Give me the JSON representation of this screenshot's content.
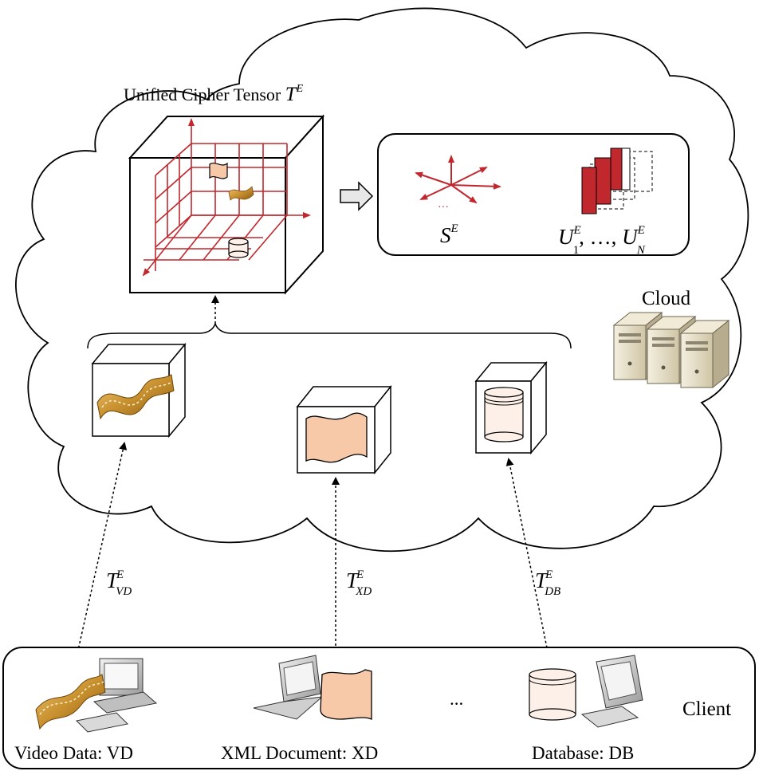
{
  "cloud": {
    "title_prefix": "Unified Cipher Tensor ",
    "title_sym": "T",
    "title_sup": "E",
    "label": "Cloud"
  },
  "result": {
    "core_sym": "S",
    "core_sup": "E",
    "core_dots": "…",
    "factors_u": "U",
    "factors_sup": "E",
    "factors_sub1": "1",
    "factors_mid": ", …, ",
    "factors_u2": "U",
    "factors_sup2": "E",
    "factors_subN": "N"
  },
  "arrows": {
    "vd": {
      "sym": "T",
      "sup": "E",
      "sub": "VD"
    },
    "xd": {
      "sym": "T",
      "sup": "E",
      "sub": "XD"
    },
    "db": {
      "sym": "T",
      "sup": "E",
      "sub": "DB"
    }
  },
  "client": {
    "label": "Client",
    "ellipsis": "...",
    "items": [
      {
        "label": "Video Data: VD"
      },
      {
        "label": "XML Document: XD"
      },
      {
        "label": "Database: DB"
      }
    ]
  },
  "colors": {
    "grid_red": "#c0282d",
    "paper_fill": "#f7c9a8",
    "film_gold": "#c8902e",
    "factor_red": "#c0282d",
    "server_beige": "#e6ddc4"
  }
}
